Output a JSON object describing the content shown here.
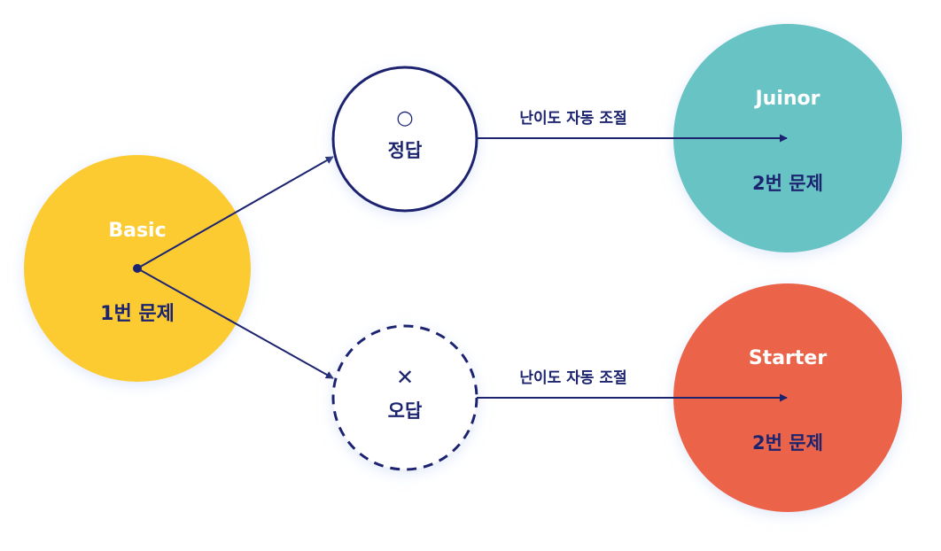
{
  "colors": {
    "navy": "#1c2470",
    "basic": "#fccb30",
    "junior": "#68c3c5",
    "starter": "#eb634a",
    "white": "#ffffff"
  },
  "basic": {
    "title": "Basic",
    "subtitle": "1번 문제"
  },
  "correct": {
    "symbol": "○",
    "label": "정답"
  },
  "wrong": {
    "symbol": "✕",
    "label": "오답"
  },
  "edge_top": {
    "label": "난이도 자동 조절"
  },
  "edge_bottom": {
    "label": "난이도 자동 조절"
  },
  "junior": {
    "title": "Juinor",
    "subtitle": "2번 문제"
  },
  "starter": {
    "title": "Starter",
    "subtitle": "2번 문제"
  }
}
